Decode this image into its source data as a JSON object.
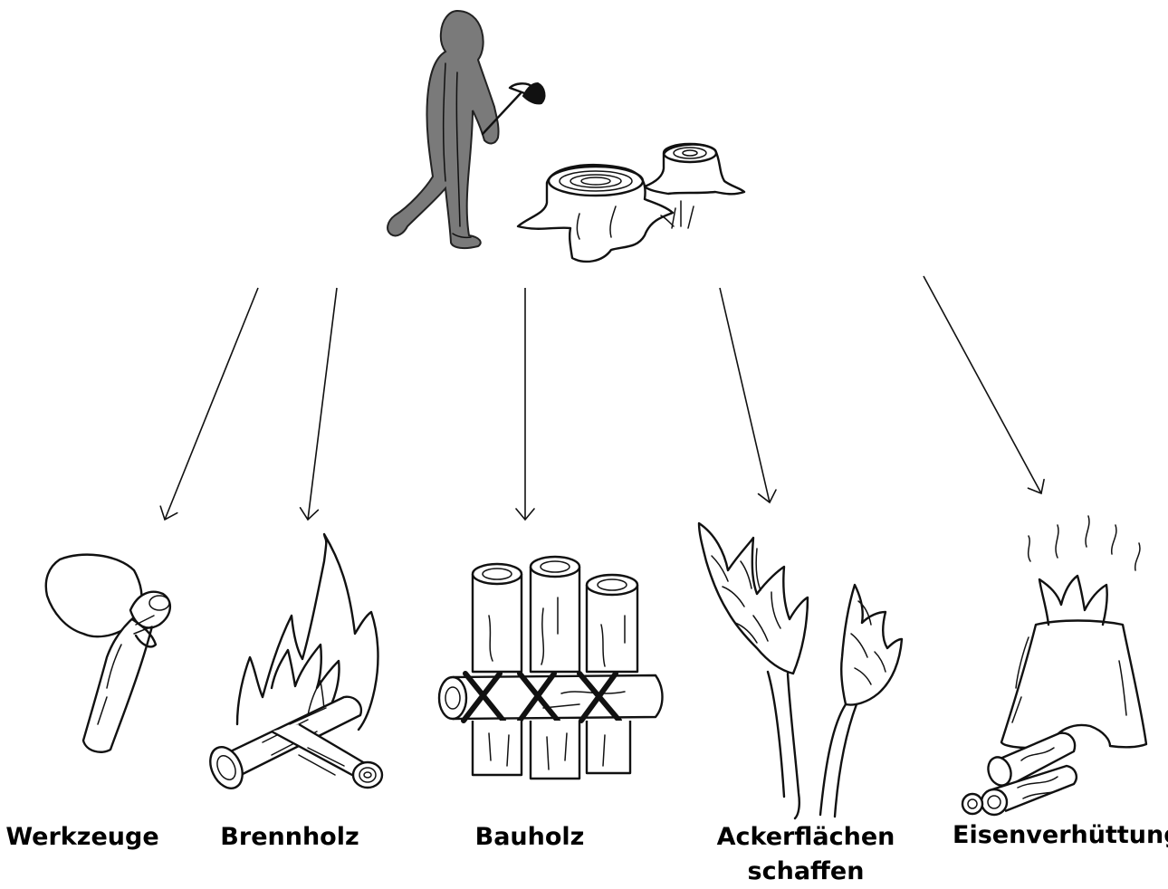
{
  "diagram": {
    "labels": [
      {
        "id": "tools",
        "lines": [
          "Werkzeuge"
        ]
      },
      {
        "id": "firewood",
        "lines": [
          "Brennholz"
        ]
      },
      {
        "id": "timber",
        "lines": [
          "Bauholz"
        ]
      },
      {
        "id": "farmland",
        "lines": [
          "Ackerflächen",
          "schaffen"
        ]
      },
      {
        "id": "smelting",
        "lines": [
          "Eisenverhüttung"
        ]
      }
    ],
    "icons": {
      "source": "person-with-axe-and-tree-stumps-icon",
      "tools": "stone-axe-icon",
      "firewood": "campfire-icon",
      "timber": "log-stack-icon",
      "farmland": "wheat-ears-icon",
      "smelting": "smelting-furnace-icon"
    },
    "colors": {
      "ink": "#111111",
      "figure_fill": "#7a7a7a",
      "background": "#ffffff"
    }
  }
}
